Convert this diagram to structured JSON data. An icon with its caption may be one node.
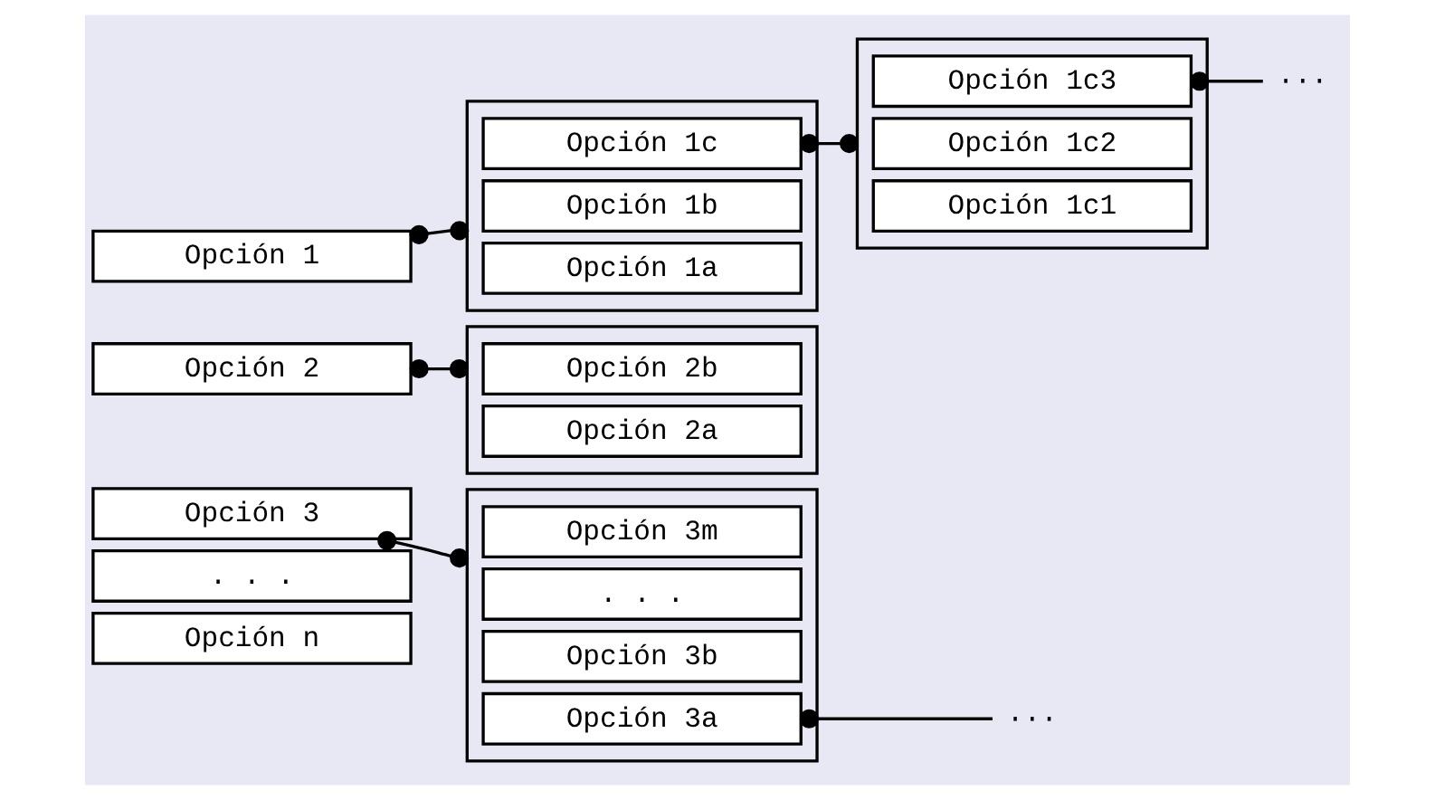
{
  "diagram": {
    "nodes": [
      {
        "text": [
          "Opción 1"
        ]
      },
      {
        "text": [
          "Opción 2"
        ]
      },
      {
        "text": [
          "Opción 3"
        ]
      },
      {
        "text": [
          ". . ."
        ]
      },
      {
        "text": [
          "Opción n"
        ]
      },
      {
        "text": [],
        "shape": "bracket"
      },
      {
        "text": [
          "Opción 1a"
        ],
        "in": 5
      },
      {
        "text": [
          "Opción 1b"
        ],
        "in": 5
      },
      {
        "text": [
          "Opción 1c"
        ],
        "in": 5
      },
      {
        "text": [],
        "shape": "bracket"
      },
      {
        "text": [
          "Opción 1c1"
        ],
        "in": 9
      },
      {
        "text": [
          "Opción 1c2"
        ],
        "in": 9
      },
      {
        "text": [
          "Opción 1c3"
        ],
        "in": 9
      },
      {
        "text": [
          "···"
        ]
      },
      {
        "text": [],
        "shape": "bracket"
      },
      {
        "text": [
          "Opción 2a"
        ],
        "in": 14
      },
      {
        "text": [
          "Opción 2b"
        ],
        "in": 14
      },
      {
        "text": [],
        "shape": "bracket"
      },
      {
        "text": [
          "Opción 3a"
        ],
        "in": 17
      },
      {
        "text": [
          "Opción 3b"
        ],
        "in": 17
      },
      {
        "text": [
          ". . ."
        ],
        "in": 17
      },
      {
        "text": [
          "Opción 3m"
        ],
        "in": 17
      },
      {
        "text": [
          "···"
        ]
      }
    ],
    "edges": [
      {
        "from": 0,
        "to": 5,
        "arrow": "other"
      },
      {
        "from": 1,
        "to": 14,
        "arrow": "other"
      },
      {
        "from": 2,
        "to": 17,
        "arrow": "other"
      },
      {
        "from": 8,
        "to": 9,
        "arrow": "other"
      },
      {
        "from": 12,
        "to": 13,
        "arrow": "other"
      },
      {
        "from": 18,
        "to": 22,
        "arrow": "other"
      }
    ]
  }
}
